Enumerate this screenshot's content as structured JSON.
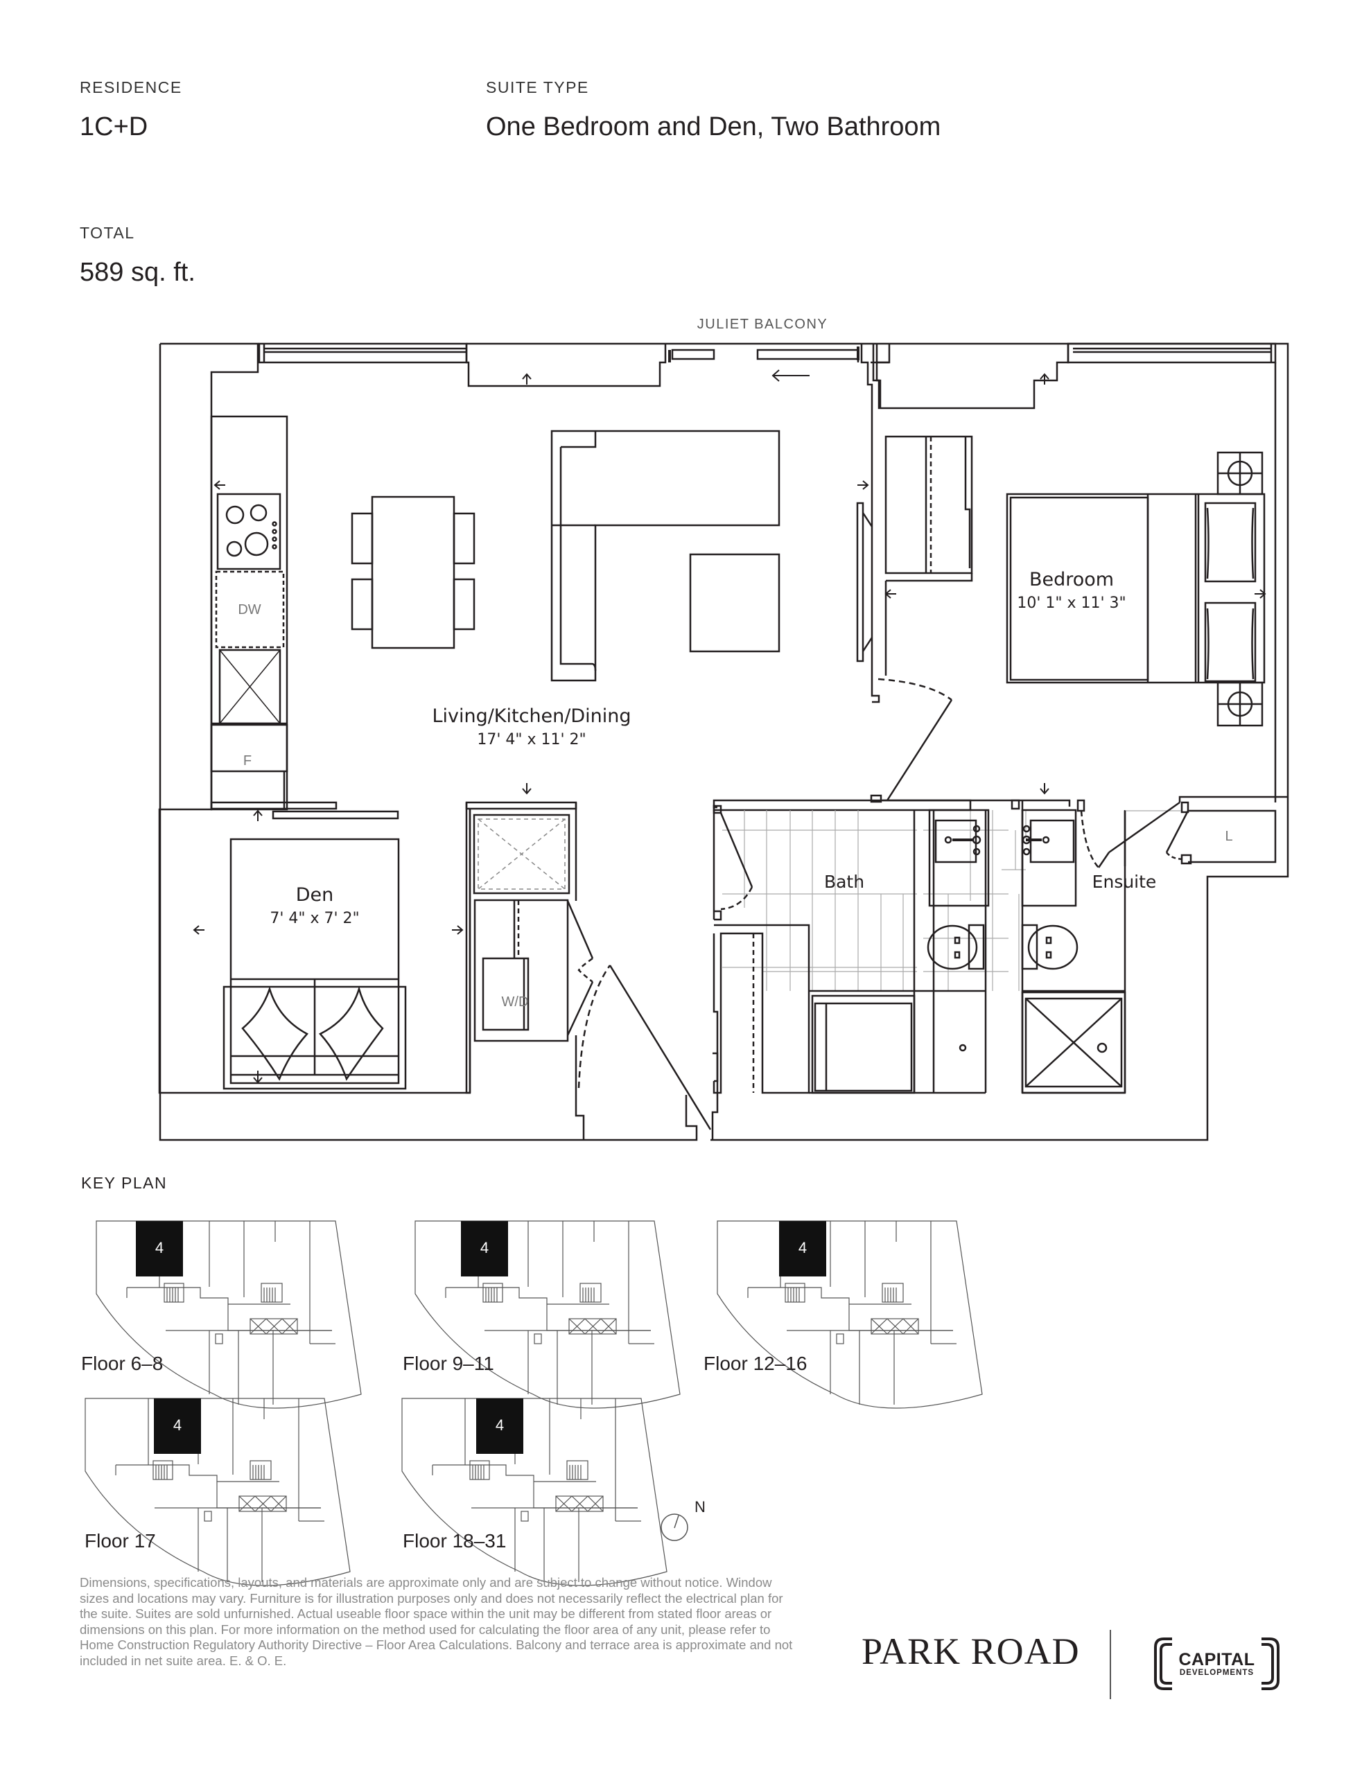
{
  "header": {
    "residence_label": "RESIDENCE",
    "residence_value": "1C+D",
    "suite_type_label": "SUITE TYPE",
    "suite_type_value": "One Bedroom and Den, Two Bathroom",
    "total_label": "TOTAL",
    "total_value": "589 sq. ft."
  },
  "floor_plan": {
    "balcony_label": "JULIET BALCONY",
    "rooms": {
      "living": {
        "name": "Living/Kitchen/Dining",
        "dims": "17' 4\" x 11' 2\""
      },
      "bedroom": {
        "name": "Bedroom",
        "dims": "10' 1\" x 11' 3\""
      },
      "den": {
        "name": "Den",
        "dims": "7' 4\" x 7' 2\""
      },
      "bath": {
        "name": "Bath"
      },
      "ensuite": {
        "name": "Ensuite"
      }
    },
    "appliances": {
      "dishwasher": "DW",
      "fridge": "F",
      "washer_dryer": "W/D",
      "linen": "L"
    }
  },
  "key_plan": {
    "title": "KEY PLAN",
    "unit_number": "4",
    "floors": [
      {
        "label": "Floor 6–8"
      },
      {
        "label": "Floor 9–11"
      },
      {
        "label": "Floor 12–16"
      },
      {
        "label": "Floor 17"
      },
      {
        "label": "Floor 18–31"
      }
    ],
    "north_label": "N"
  },
  "footer": {
    "disclaimer": "Dimensions, specifications, layouts, and materials are approximate only and are subject to change without notice. Window sizes and locations may vary. Furniture is for illustration purposes only and does not necessarily reflect the electrical plan for the suite. Suites are sold unfurnished. Actual useable floor space within the unit may be different from stated floor areas or dimensions on this plan. For more information on the method used for calculating the floor area of any unit, please refer to Home Construction Regulatory Authority Directive – Floor Area Calculations. Balcony and terrace area is approximate and not included in net suite area. E. & O. E.",
    "project_logo": "PARK ROAD",
    "developer_logo_main": "CAPITAL",
    "developer_logo_sub": "DEVELOPMENTS"
  }
}
